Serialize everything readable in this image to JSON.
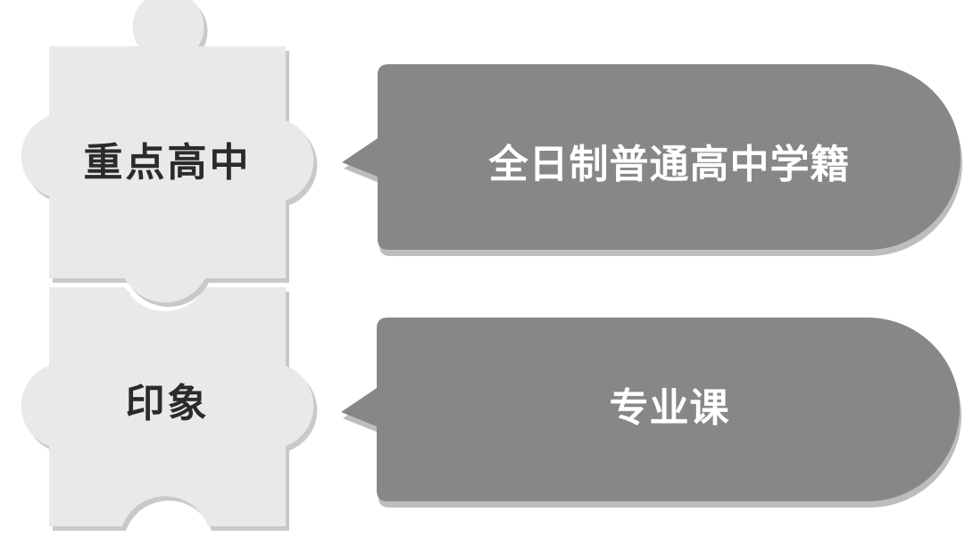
{
  "colors": {
    "piece_fill": "#e9e9ea",
    "piece_shadow": "#c9c9cb",
    "callout_fill": "#878787",
    "callout_shadow": "#bdbdbd",
    "piece_text": "#2b2b2b",
    "callout_text": "#ffffff"
  },
  "rows": [
    {
      "piece_label": "重点高中",
      "callout_label": "全日制普通高中学籍"
    },
    {
      "piece_label": "印象",
      "callout_label": "专业课"
    }
  ]
}
